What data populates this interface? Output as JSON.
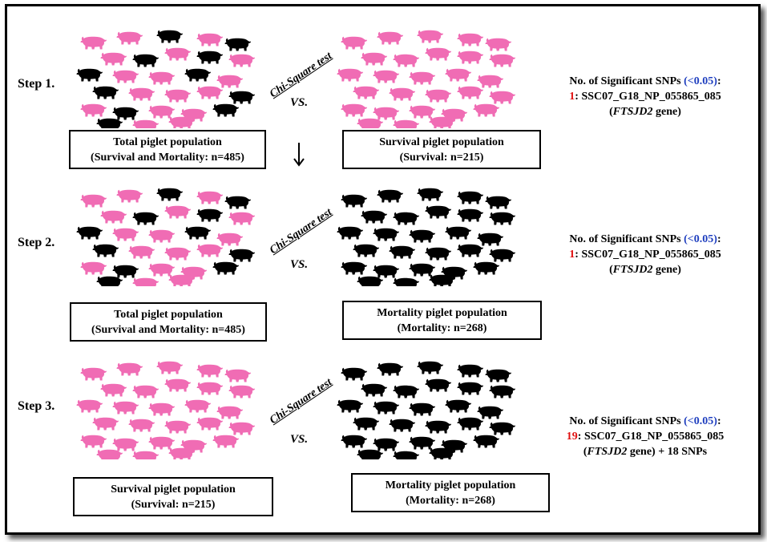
{
  "colors": {
    "survival": "#f06cb4",
    "mortality": "#000000",
    "highlight_blue": "#1f3fbf",
    "highlight_red": "#e01010"
  },
  "icons": {
    "pig": "pig-icon",
    "arrow": "arrow-down-icon"
  },
  "test_label": "Chi-Square test",
  "vs_label": "VS.",
  "steps": [
    {
      "label": "Step 1.",
      "left_herd": "mixed",
      "right_herd": "survival",
      "left_box": {
        "title": "Total piglet population",
        "subtitle": "(Survival and Mortality: n=485)"
      },
      "right_box": {
        "title": "Survival piglet population",
        "subtitle": "(Survival: n=215)"
      },
      "result": {
        "prefix": "No. of Significant SNPs ",
        "threshold": "(<0.05)",
        "colon": ":",
        "count": "1",
        "snp": ": SSC07_G18_NP_055865_085",
        "gene": "FTSJD2",
        "gene_suffix": " gene)",
        "extra": ""
      }
    },
    {
      "label": "Step 2.",
      "left_herd": "mixed",
      "right_herd": "mortality",
      "left_box": {
        "title": "Total piglet population",
        "subtitle": "(Survival and Mortality: n=485)"
      },
      "right_box": {
        "title": "Mortality piglet population",
        "subtitle": "(Mortality: n=268)"
      },
      "result": {
        "prefix": "No. of Significant SNPs ",
        "threshold": "(<0.05)",
        "colon": ":",
        "count": "1",
        "snp": ": SSC07_G18_NP_055865_085",
        "gene": "FTSJD2",
        "gene_suffix": " gene)",
        "extra": ""
      }
    },
    {
      "label": "Step 3.",
      "left_herd": "survival",
      "right_herd": "mortality",
      "left_box": {
        "title": "Survival piglet population",
        "subtitle": "(Survival: n=215)"
      },
      "right_box": {
        "title": "Mortality piglet population",
        "subtitle": "(Mortality: n=268)"
      },
      "result": {
        "prefix": "No. of Significant SNPs ",
        "threshold": "(<0.05)",
        "colon": ":",
        "count": "19",
        "snp": ": SSC07_G18_NP_055865_085",
        "gene": "FTSJD2",
        "gene_suffix": " gene)",
        "extra": " + 18 SNPs"
      }
    }
  ]
}
